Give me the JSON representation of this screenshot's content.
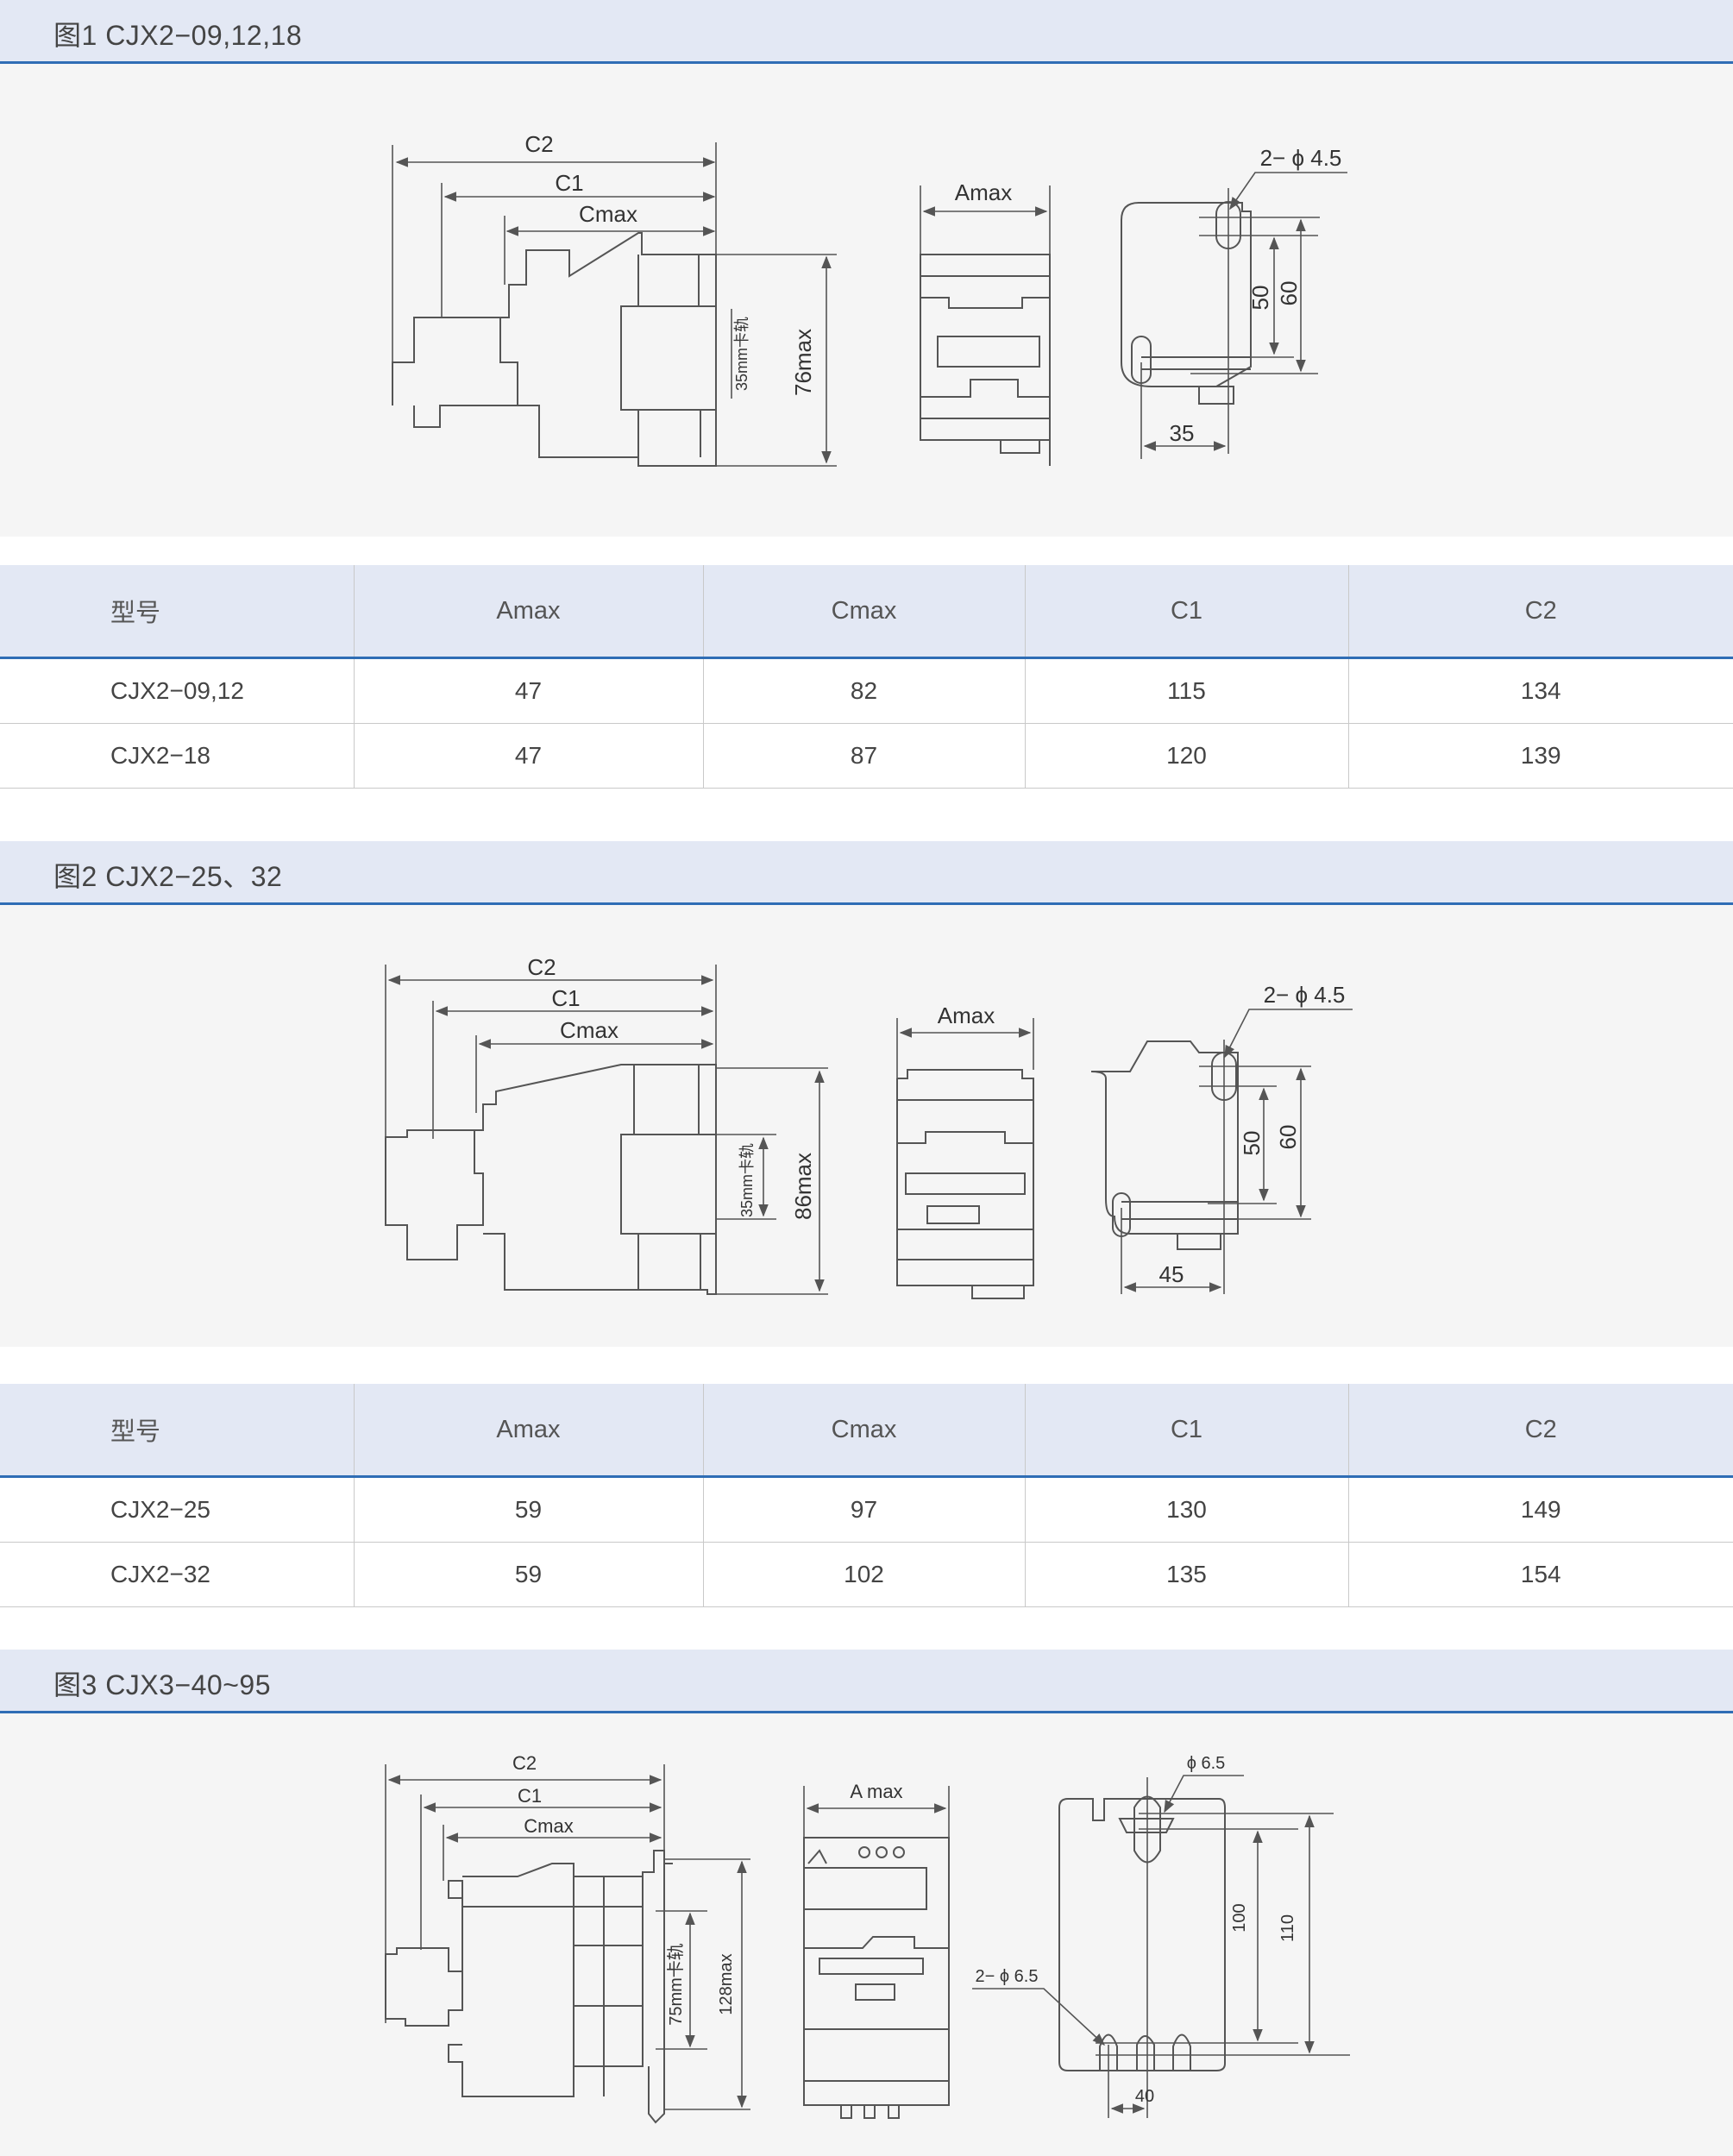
{
  "sections": [
    {
      "title": "图1  CJX2−09,12,18",
      "labels": {
        "c2": "C2",
        "c1": "C1",
        "cmax": "Cmax",
        "height": "76max",
        "rail": "35mm卡轨",
        "amax": "Amax",
        "hole": "2− ϕ 4.5",
        "d50": "50",
        "d60": "60",
        "width": "35"
      },
      "table": {
        "headers": [
          "型号",
          "Amax",
          "Cmax",
          "C1",
          "C2"
        ],
        "rows": [
          [
            "CJX2−09,12",
            "47",
            "82",
            "115",
            "134"
          ],
          [
            "CJX2−18",
            "47",
            "87",
            "120",
            "139"
          ]
        ]
      }
    },
    {
      "title": "图2  CJX2−25、32",
      "labels": {
        "c2": "C2",
        "c1": "C1",
        "cmax": "Cmax",
        "height": "86max",
        "rail": "35mm卡轨",
        "amax": "Amax",
        "hole": "2− ϕ 4.5",
        "d50": "50",
        "d60": "60",
        "width": "45"
      },
      "table": {
        "headers": [
          "型号",
          "Amax",
          "Cmax",
          "C1",
          "C2"
        ],
        "rows": [
          [
            "CJX2−25",
            "59",
            "97",
            "130",
            "149"
          ],
          [
            "CJX2−32",
            "59",
            "102",
            "135",
            "154"
          ]
        ]
      }
    },
    {
      "title": "图3  CJX3−40~95",
      "labels": {
        "c2": "C2",
        "c1": "C1",
        "cmax": "Cmax",
        "height": "128max",
        "rail": "75mm卡轨",
        "amax": "A max",
        "hole_top": "ϕ 6.5",
        "hole": "2− ϕ 6.5",
        "d100": "100",
        "d110": "110",
        "width": "40"
      }
    }
  ]
}
